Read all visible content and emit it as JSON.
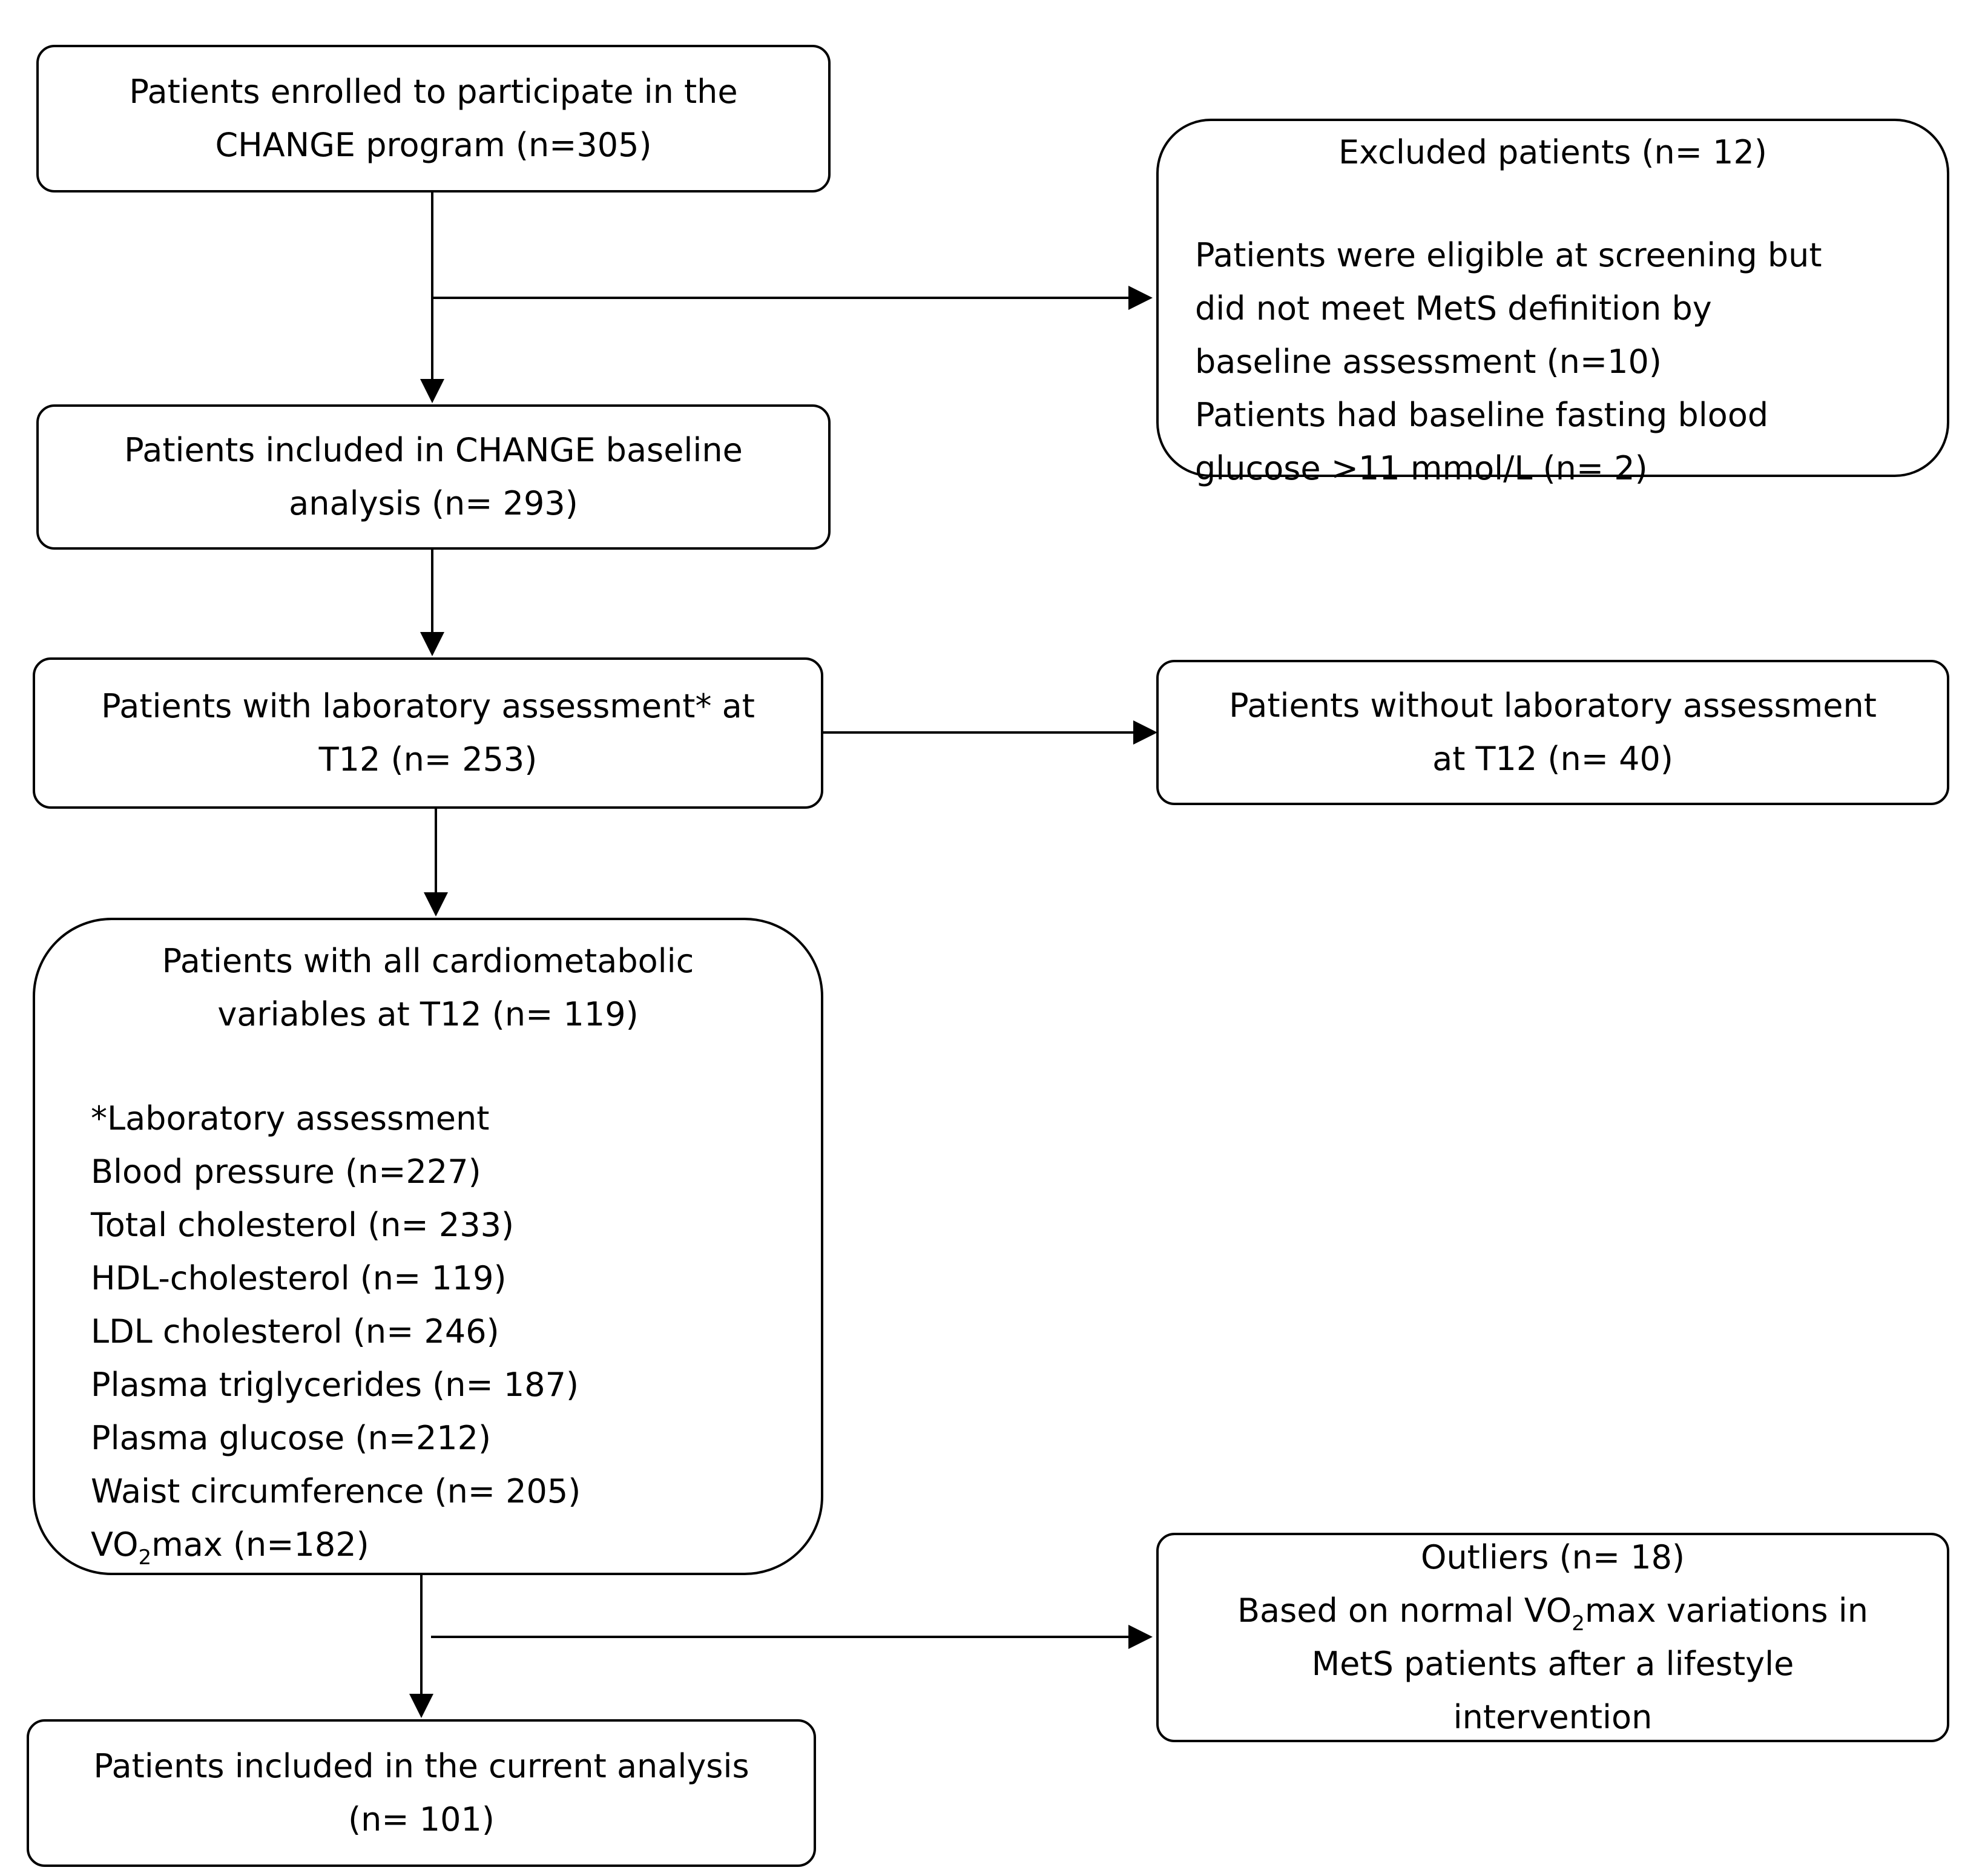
{
  "boxes": {
    "enrolled": {
      "lines": [
        "Patients enrolled to participate in the",
        "CHANGE program (n=305)"
      ]
    },
    "excluded": {
      "title": "Excluded patients (n= 12)",
      "lines": [
        "Patients were eligible at screening but",
        "did not meet MetS definition by",
        "baseline assessment (n=10)",
        "Patients  had baseline fasting blood",
        "glucose >11 mmol/L (n= 2)"
      ]
    },
    "baseline": {
      "lines": [
        "Patients included in CHANGE baseline",
        "analysis (n= 293)"
      ]
    },
    "lab_t12": {
      "lines": [
        "Patients with laboratory assessment* at",
        "T12 (n= 253)"
      ]
    },
    "no_lab_t12": {
      "lines": [
        "Patients without laboratory assessment",
        "at T12 (n= 40)"
      ]
    },
    "cardiometabolic": {
      "title_lines": [
        "Patients with all cardiometabolic",
        "variables at T12 (n= 119)"
      ],
      "lab_header": "*Laboratory assessment",
      "items": [
        "Blood pressure (n=227)",
        "Total cholesterol (n= 233)",
        "HDL-cholesterol (n= 119)",
        "LDL cholesterol (n= 246)",
        "Plasma triglycerides (n= 187)",
        "Plasma glucose (n=212)",
        "Waist circumference (n= 205)"
      ],
      "vo2": {
        "pre": "VO",
        "sub": "2",
        "post": "max (n=182)"
      }
    },
    "outliers": {
      "title": "Outliers (n= 18)",
      "line2_pre": "Based on normal VO",
      "line2_sub": "2",
      "line2_post": "max variations in",
      "lines": [
        "MetS patients after a lifestyle",
        "intervention"
      ]
    },
    "current": {
      "lines": [
        "Patients included in the current analysis",
        "(n= 101)"
      ]
    }
  }
}
